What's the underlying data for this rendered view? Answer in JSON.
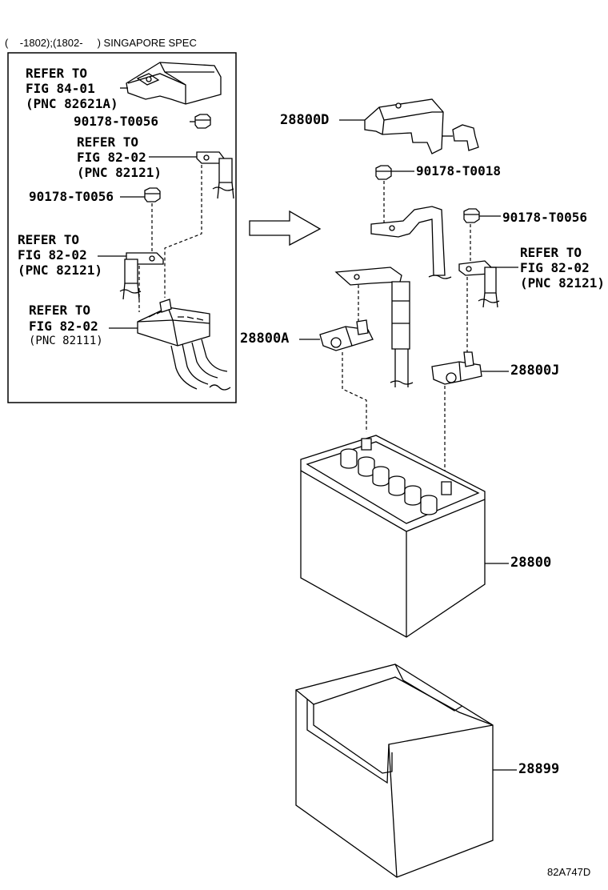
{
  "inset": {
    "header": "(    -1802);(1802-     ) SINGAPORE SPEC",
    "refer_ecu": {
      "line1": "REFER TO",
      "line2": "FIG 84-01",
      "line3": "(PNC 82621A)"
    },
    "bolt_a": "90178-T0056",
    "refer_wire_a": {
      "line1": "REFER TO",
      "line2": "FIG 82-02",
      "line3": "(PNC 82121)"
    },
    "bolt_b": "90178-T0056",
    "refer_wire_b": {
      "line1": "REFER TO",
      "line2": "FIG 82-02",
      "line3": "(PNC 82121)"
    },
    "refer_fuse": {
      "line1": "REFER TO",
      "line2": "FIG 82-02",
      "line3": "(PNC 82111)"
    }
  },
  "main": {
    "p_28800D": "28800D",
    "p_90178_T0018": "90178-T0018",
    "p_90178_T0056": "90178-T0056",
    "refer_wire": {
      "line1": "REFER TO",
      "line2": "FIG 82-02",
      "line3": "(PNC 82121)"
    },
    "p_28800A": "28800A",
    "p_28800J": "28800J",
    "p_28800": "28800",
    "p_28899": "28899"
  },
  "figure_code": "82A747D"
}
